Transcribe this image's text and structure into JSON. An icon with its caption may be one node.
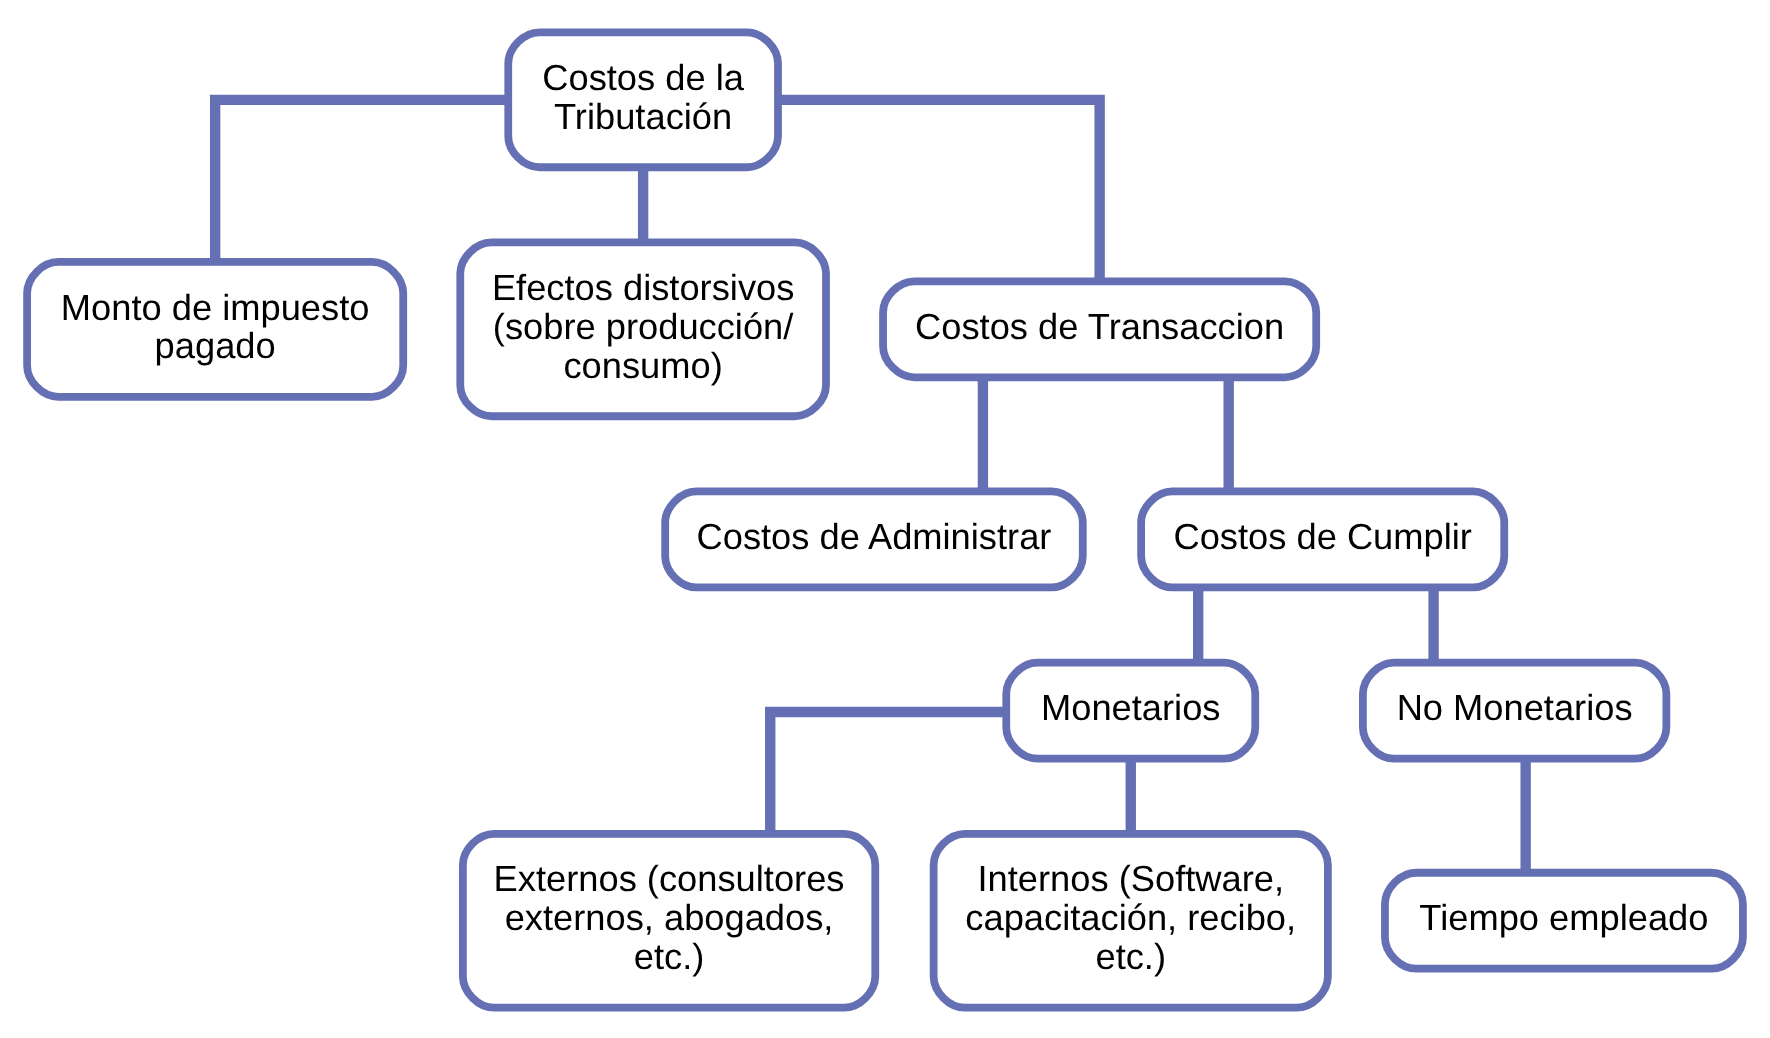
{
  "diagram": {
    "nodes": [
      {
        "text": [
          "Costos de la Tributación"
        ]
      },
      {
        "text": [
          "Monto de impuesto pagado"
        ]
      },
      {
        "text": [
          "Efectos distorsivos (sobre producción/ consumo)"
        ]
      },
      {
        "text": [
          "Costos de Transaccion"
        ]
      },
      {
        "text": [
          "Costos de Administrar"
        ]
      },
      {
        "text": [
          "Costos de Cumplir"
        ]
      },
      {
        "text": [
          "Monetarios"
        ]
      },
      {
        "text": [
          "No Monetarios"
        ]
      },
      {
        "text": [
          "Externos (consultores externos, abogados, etc.)"
        ]
      },
      {
        "text": [
          "Internos (Software, capacitación, recibo, etc.)"
        ]
      },
      {
        "text": [
          "Tiempo empleado"
        ]
      }
    ],
    "edges": [
      {
        "from": 0,
        "to": 1,
        "arrow": "none"
      },
      {
        "from": 0,
        "to": 2,
        "arrow": "none"
      },
      {
        "from": 0,
        "to": 3,
        "arrow": "none"
      },
      {
        "from": 3,
        "to": 4,
        "arrow": "none"
      },
      {
        "from": 3,
        "to": 5,
        "arrow": "none"
      },
      {
        "from": 5,
        "to": 6,
        "arrow": "none"
      },
      {
        "from": 5,
        "to": 7,
        "arrow": "none"
      },
      {
        "from": 6,
        "to": 8,
        "arrow": "none"
      },
      {
        "from": 6,
        "to": 9,
        "arrow": "none"
      },
      {
        "from": 7,
        "to": 10,
        "arrow": "none"
      }
    ]
  }
}
